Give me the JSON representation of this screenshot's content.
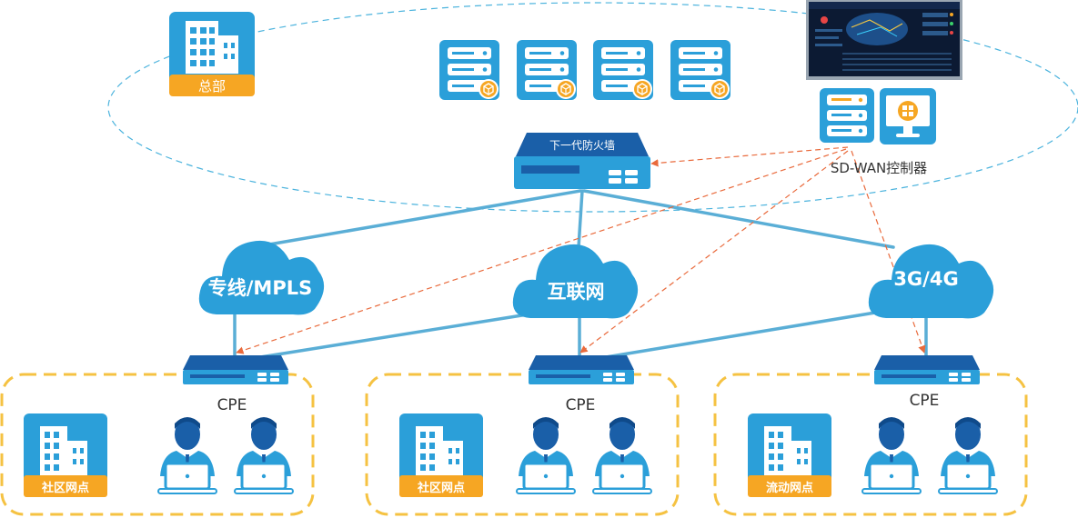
{
  "hq": {
    "label": "总部"
  },
  "firewall": {
    "label": "下一代防火墙"
  },
  "controller": {
    "label": "SD-WAN控制器"
  },
  "clouds": [
    {
      "label": "专线/MPLS"
    },
    {
      "label": "互联网"
    },
    {
      "label": "3G/4G"
    }
  ],
  "sites": [
    {
      "cpe_label": "CPE",
      "building_label": "社区网点"
    },
    {
      "cpe_label": "CPE",
      "building_label": "社区网点"
    },
    {
      "cpe_label": "CPE",
      "building_label": "流动网点"
    }
  ],
  "colors": {
    "primary": "#2B9FD9",
    "dark": "#1A5FA8",
    "orange": "#F6A623",
    "link": "#5AAED6",
    "dashed_arrow": "#E96A3C",
    "site_border": "#F5C242",
    "hq_ellipse": "#4BB3DD"
  }
}
